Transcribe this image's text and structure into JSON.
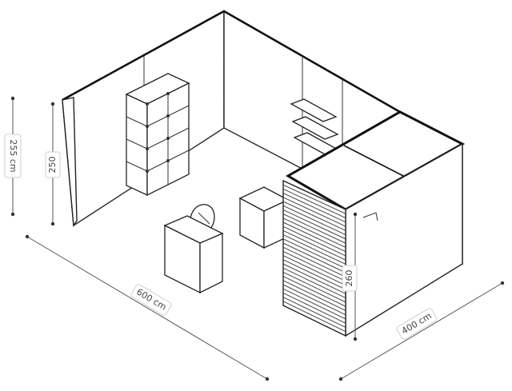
{
  "dimensions": {
    "height_wall": "255 cm",
    "height_panel": "250",
    "length": "600 cm",
    "depth": "400 cm",
    "height_screen": "260"
  },
  "colors": {
    "line": "#222222",
    "dimension": "#555555",
    "background": "#ffffff"
  }
}
